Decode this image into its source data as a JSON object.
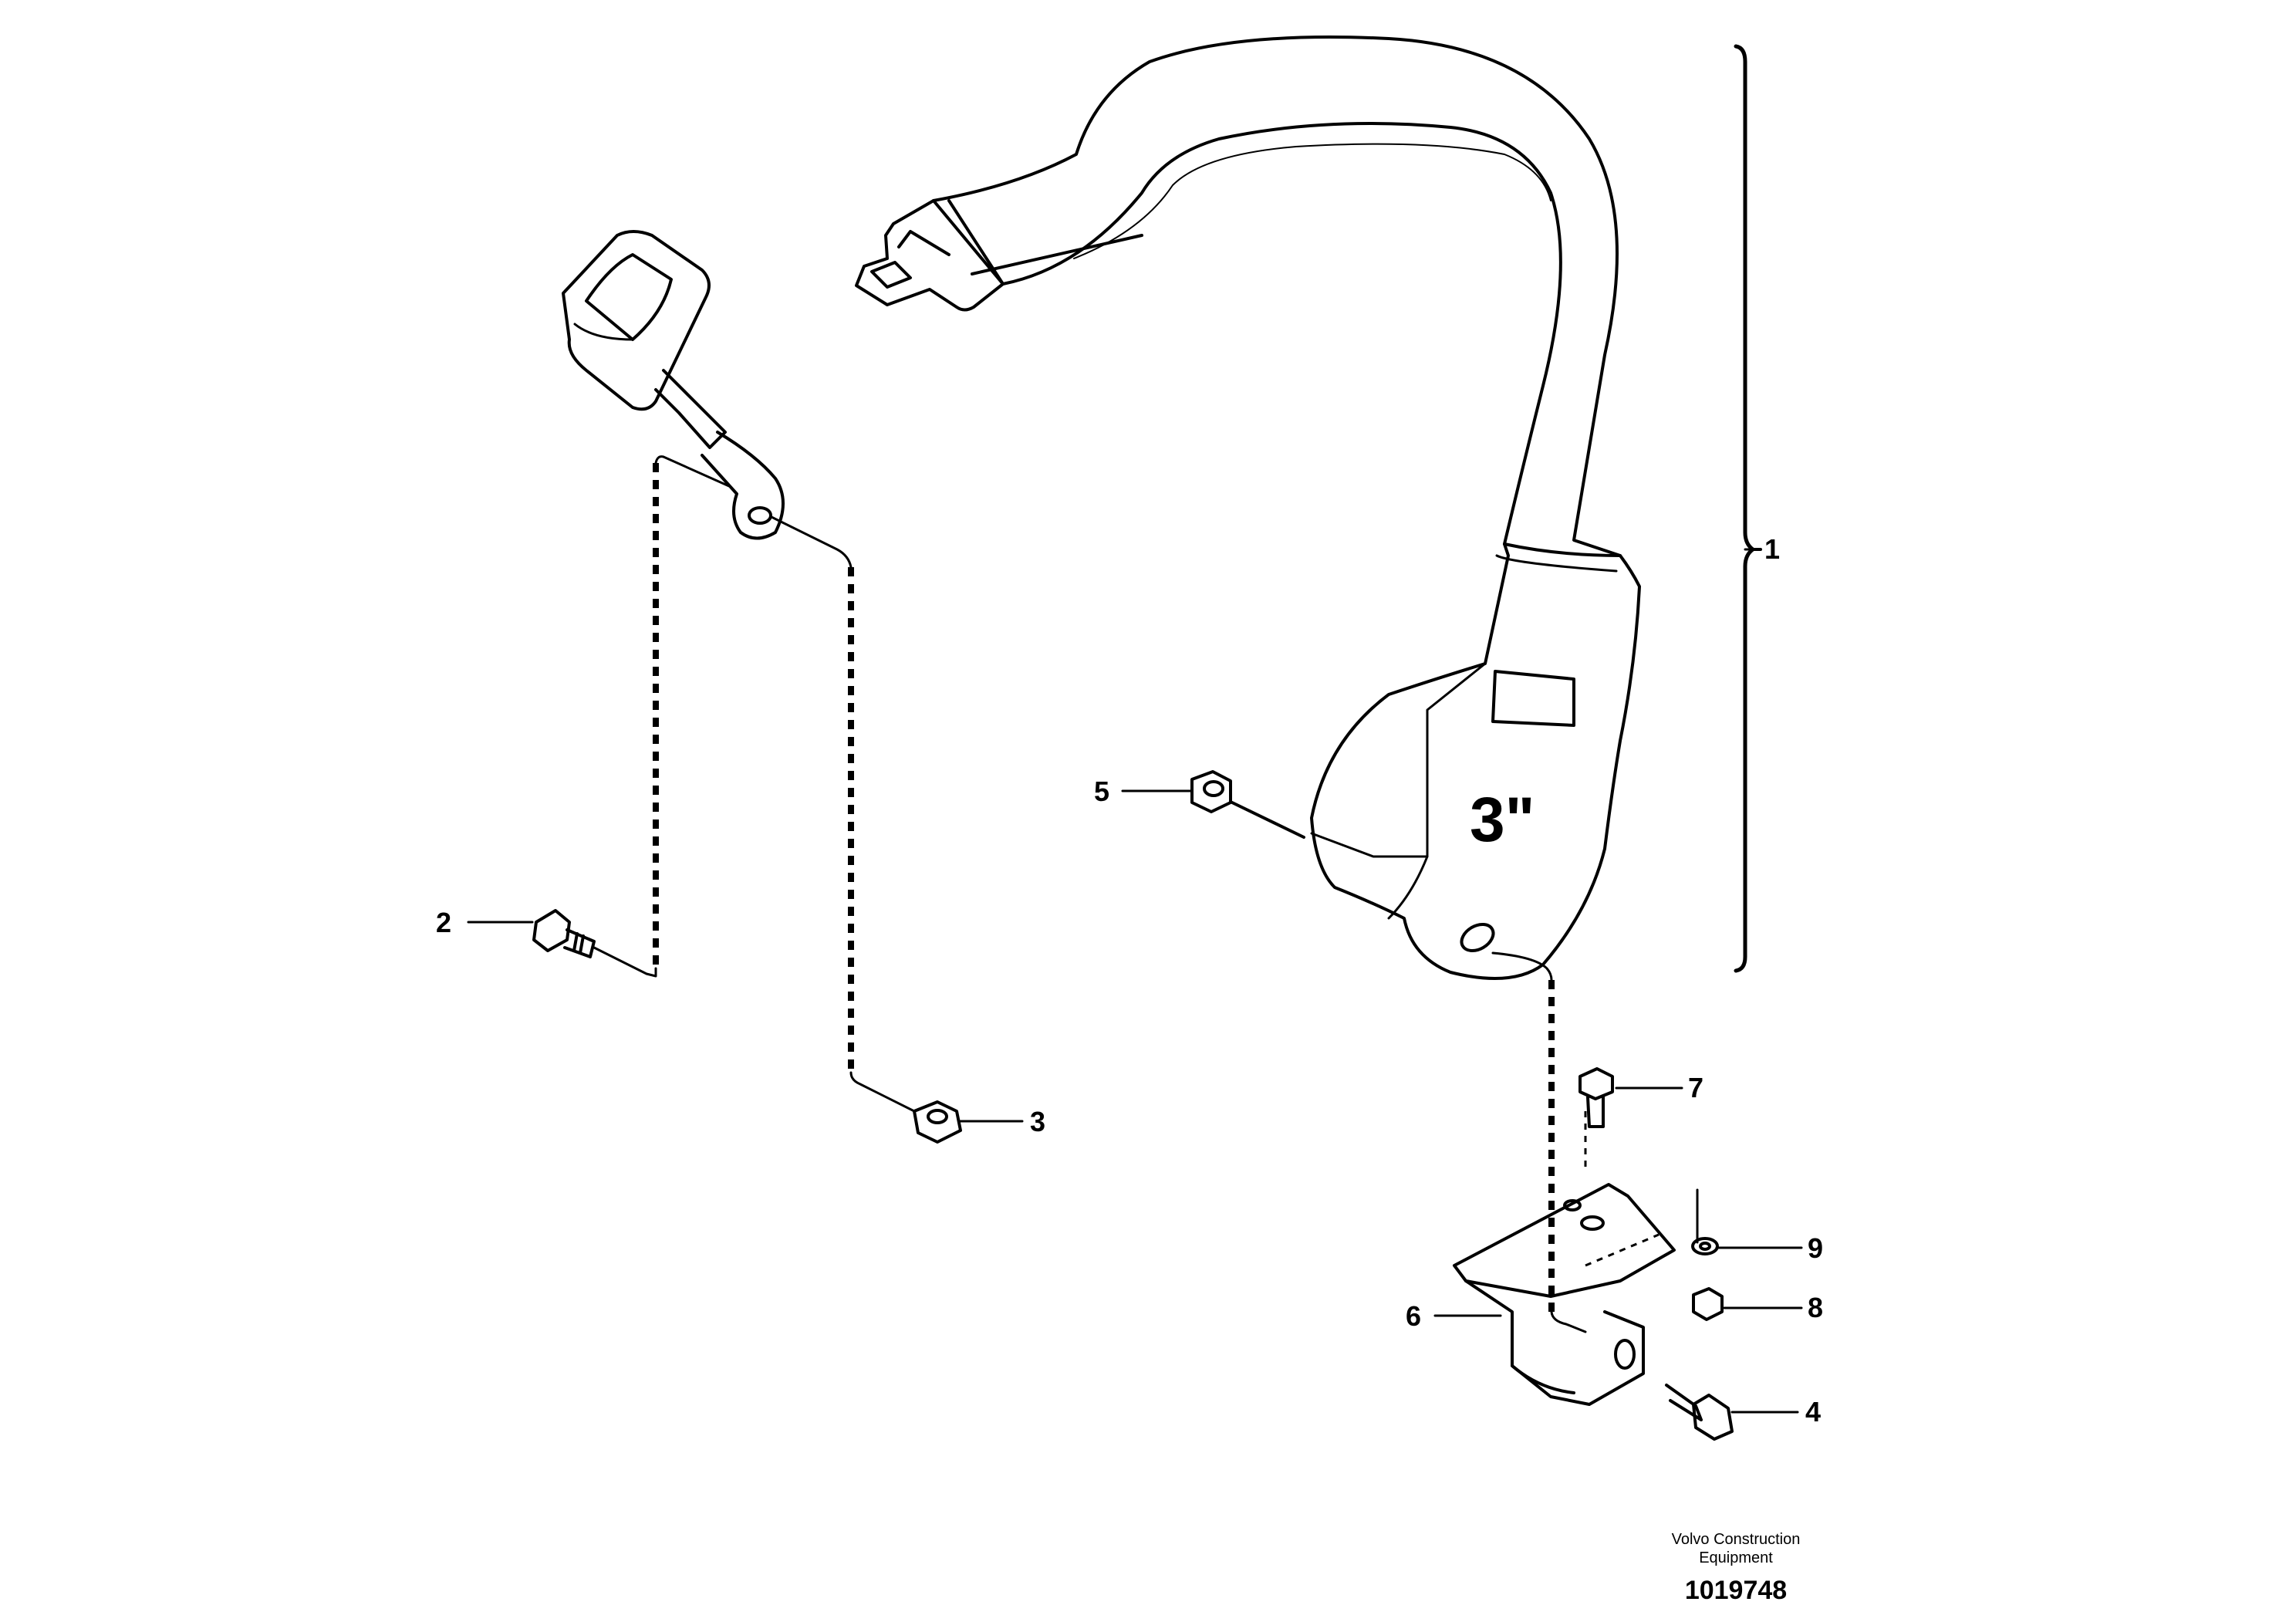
{
  "diagram": {
    "size_label": "3\"",
    "callouts": [
      "1",
      "2",
      "3",
      "4",
      "5",
      "6",
      "7",
      "8",
      "9"
    ]
  },
  "footer": {
    "company_line1": "Volvo Construction",
    "company_line2": "Equipment",
    "drawing_number": "1019748"
  }
}
